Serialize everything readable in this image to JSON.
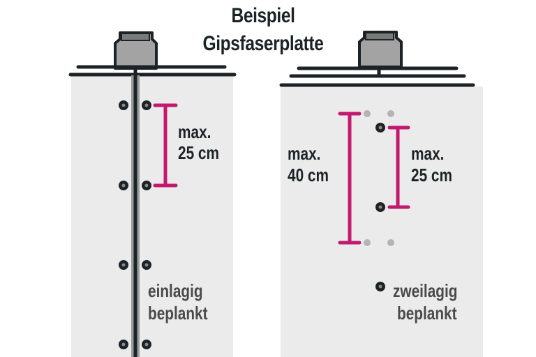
{
  "title": {
    "line1": "Beispiel",
    "line2": "Gipsfaserplatte"
  },
  "left_panel": {
    "measure_label_line1": "max.",
    "measure_label_line2": "25 cm",
    "caption_line1": "einlagig",
    "caption_line2": "beplankt"
  },
  "right_panel": {
    "outer_measure_label_line1": "max.",
    "outer_measure_label_line2": "40 cm",
    "inner_measure_label_line1": "max.",
    "inner_measure_label_line2": "25 cm",
    "caption_line1": "zweilagig",
    "caption_line2": "beplankt"
  },
  "colors": {
    "board": "#ebebeb",
    "outline": "#1c2327",
    "accent_magenta": "#c2186e",
    "screw_inactive": "#b4b4b4",
    "profile_fill": "#a3a3a3"
  }
}
